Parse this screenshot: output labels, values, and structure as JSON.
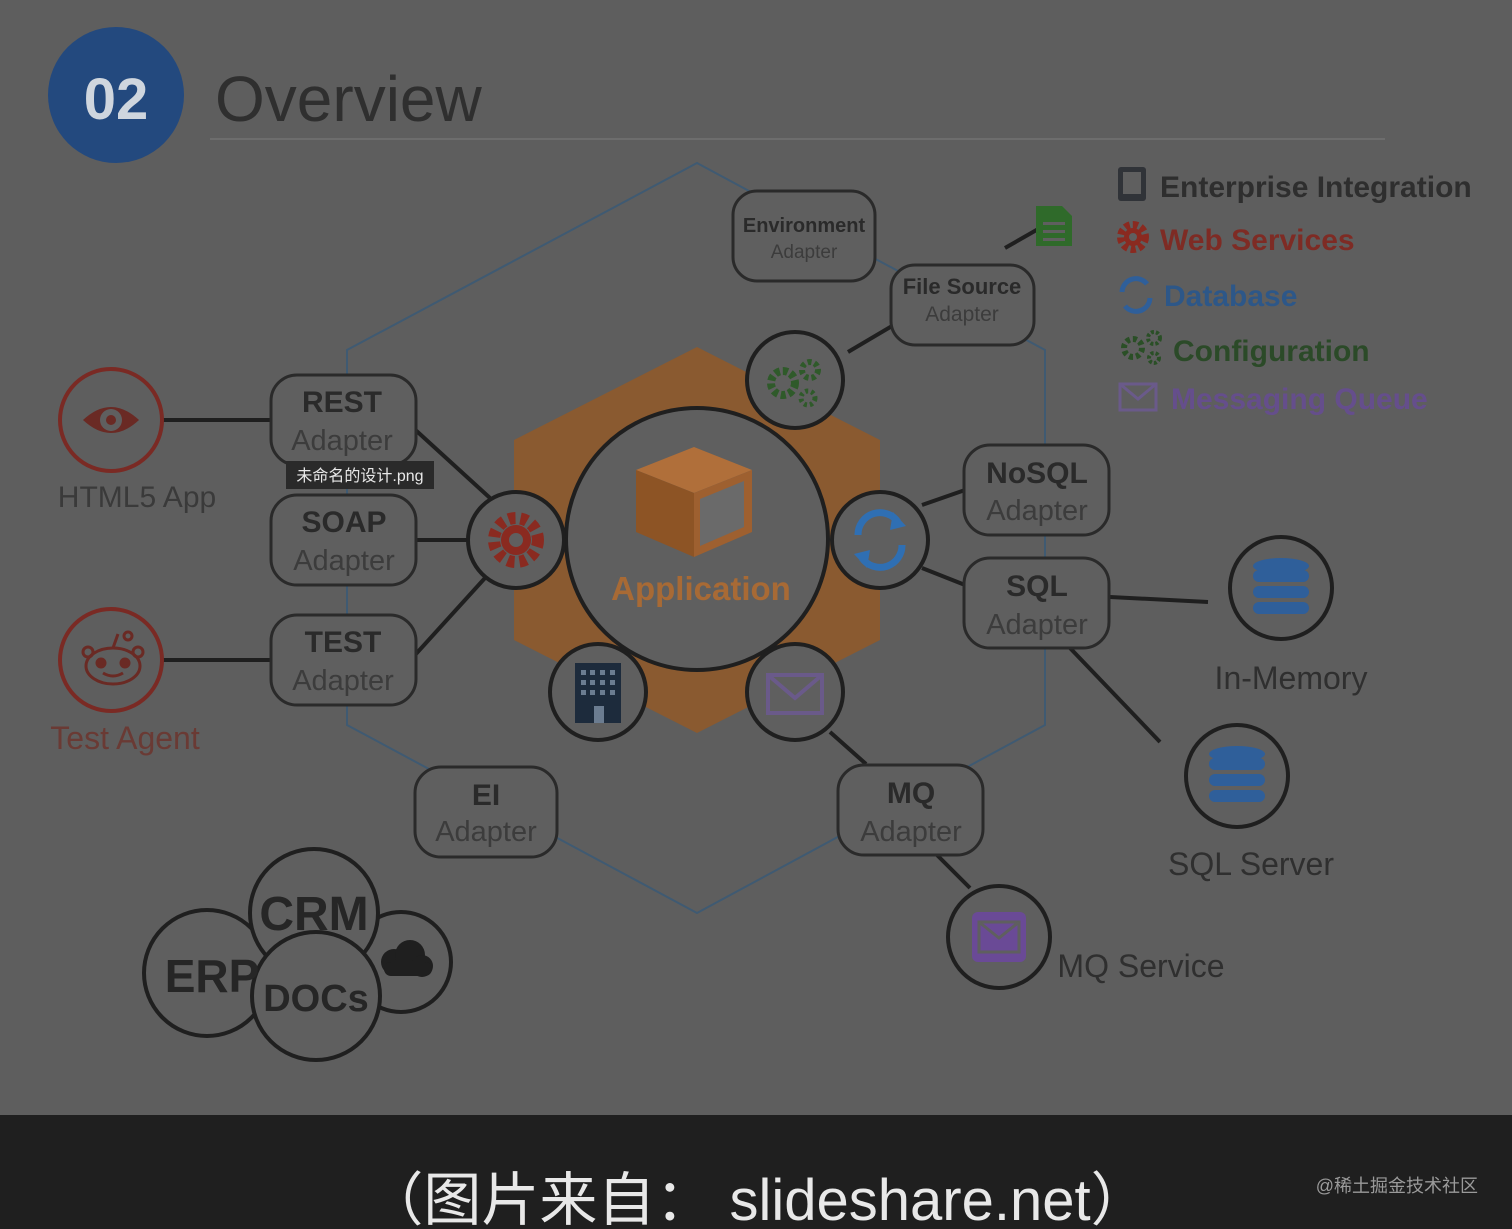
{
  "slide": {
    "number": "02",
    "title": "Overview"
  },
  "legend": [
    {
      "icon": "tablet-icon",
      "label": "Enterprise Integration",
      "color": "#4a4f56"
    },
    {
      "icon": "gear-icon",
      "label": "Web Services",
      "color": "#b3281f"
    },
    {
      "icon": "refresh-icon",
      "label": "Database",
      "color": "#2f6fb3"
    },
    {
      "icon": "gears-icon",
      "label": "Configuration",
      "color": "#2f6a2a"
    },
    {
      "icon": "envelope-icon",
      "label": "Messaging Queue",
      "color": "#7a55b0"
    }
  ],
  "center": {
    "label": "Application"
  },
  "adapters": {
    "environment": {
      "name": "Environment",
      "sub": "Adapter"
    },
    "file_source": {
      "name": "File Source",
      "sub": "Adapter"
    },
    "rest": {
      "name": "REST",
      "sub": "Adapter"
    },
    "soap": {
      "name": "SOAP",
      "sub": "Adapter"
    },
    "test": {
      "name": "TEST",
      "sub": "Adapter"
    },
    "nosql": {
      "name": "NoSQL",
      "sub": "Adapter"
    },
    "sql": {
      "name": "SQL",
      "sub": "Adapter"
    },
    "ei": {
      "name": "EI",
      "sub": "Adapter"
    },
    "mq": {
      "name": "MQ",
      "sub": "Adapter"
    }
  },
  "endpoints": {
    "html5": "HTML5 App",
    "test_agent": "Test Agent",
    "in_memory": "In-Memory",
    "sql_server": "SQL Server",
    "mq_service": "MQ Service"
  },
  "cluster": {
    "crm": "CRM",
    "erp": "ERP",
    "docs": "DOCs"
  },
  "tooltip": "未命名的设计.png",
  "caption": "（图片来自： slideshare.net）",
  "watermark": "@稀土掘金技术社区",
  "colors": {
    "slide_bg": "#5e5e5e",
    "badge": "#23497e",
    "hexagon_fill": "#8a5a30",
    "bar": "#1f1f1f"
  }
}
